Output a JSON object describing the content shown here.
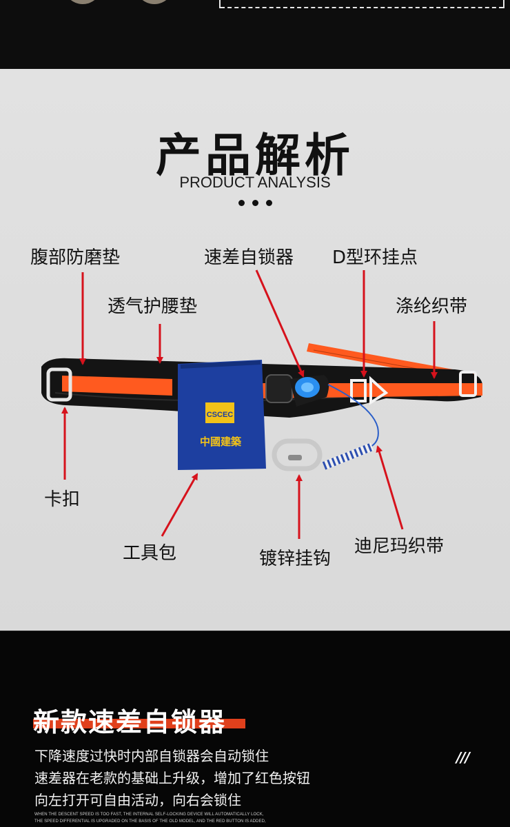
{
  "analysis": {
    "title_cn": "产品解析",
    "title_en": "PRODUCT ANALYSIS",
    "bag_logo": "CSCEC",
    "bag_text": "中國建築",
    "labels": {
      "abdominal_pad": "腹部防磨垫",
      "breathable_pad": "透气护腰垫",
      "self_locking_device": "速差自锁器",
      "d_ring": "D型环挂点",
      "polyester_webbing": "涤纶织带",
      "buckle": "卡扣",
      "tool_bag": "工具包",
      "galvanized_hook": "镀锌挂钩",
      "nylon_webbing": "迪尼玛织带"
    }
  },
  "feature": {
    "title": "新款速差自锁器",
    "lines": [
      "下降速度过快时内部自锁器会自动锁住",
      "速差器在老款的基础上升级，增加了红色按钮",
      "向左打开可自由活动，向右会锁住"
    ],
    "fine_print": [
      "WHEN THE DESCENT SPEED IS TOO FAST, THE INTERNAL SELF-LOCKING DEVICE WILL AUTOMATICALLY LOCK,",
      "THE SPEED DIFFERENTIAL IS UPGRADED ON THE BASIS OF THE OLD MODEL, AND THE RED BUTTON IS ADDED,"
    ],
    "slashes": "///"
  },
  "colors": {
    "arrow": "#d6121c",
    "webbing": "#ff5a1f",
    "bag": "#1d3fa0",
    "accent_bar": "#e0401c"
  }
}
